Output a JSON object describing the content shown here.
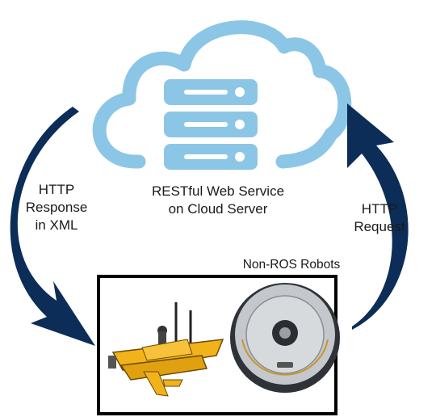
{
  "cloud_service": {
    "line1": "RESTful Web Service",
    "line2": "on Cloud Server",
    "icon": "cloud-server-icon"
  },
  "response_arrow": {
    "line1": "HTTP",
    "line2": "Response",
    "line3": "in XML"
  },
  "request_arrow": {
    "line1": "HTTP",
    "line2": "Request"
  },
  "robots_box": {
    "caption": "Non-ROS Robots",
    "boat_icon": "autonomous-boat-icon",
    "vacuum_icon": "robot-vacuum-icon"
  },
  "colors": {
    "arrow": "#0c2d57",
    "cloud": "#8cc6e6",
    "server": "#8cc6e6",
    "boat": "#f2b21a",
    "vacuum": "#9aa0a6",
    "frame": "#000000"
  }
}
